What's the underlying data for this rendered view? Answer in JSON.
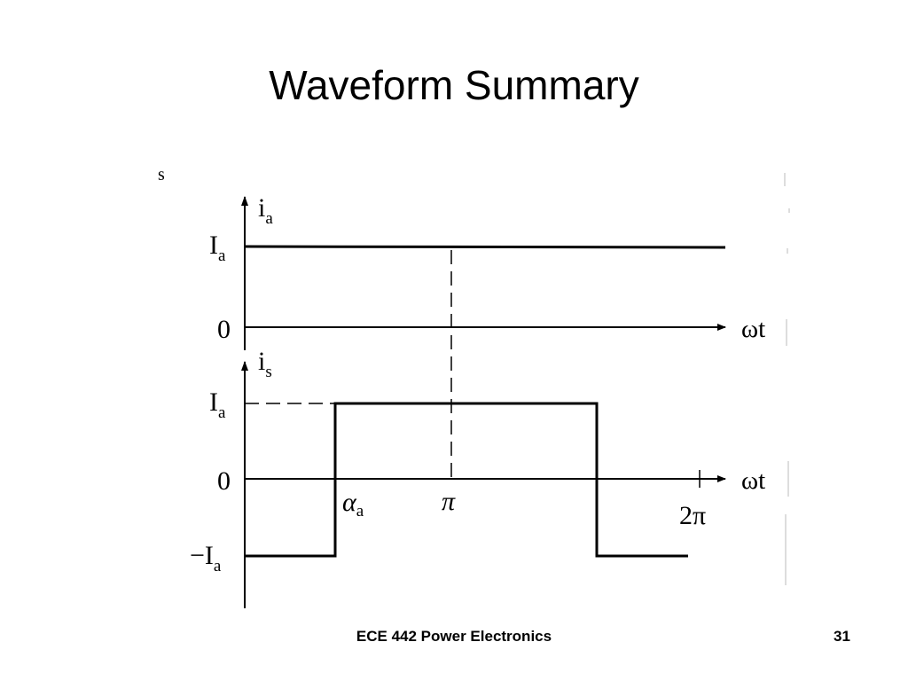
{
  "slide": {
    "title": "Waveform Summary",
    "footer": "ECE 442 Power Electronics",
    "page_number": "31"
  },
  "figure": {
    "corner_mark": "s",
    "top_plot": {
      "axis_label_main": "i",
      "axis_label_sub": "a",
      "level_label_main": "I",
      "level_label_sub": "a",
      "zero_label": "0",
      "x_axis_label": "ωt"
    },
    "bottom_plot": {
      "axis_label_main": "i",
      "axis_label_sub": "s",
      "pos_level_main": "I",
      "pos_level_sub": "a",
      "zero_label": "0",
      "neg_level_main": "−I",
      "neg_level_sub": "a",
      "x_axis_label": "ωt",
      "alpha_main": "α",
      "alpha_sub": "a",
      "pi_label": "π",
      "two_pi_label": "2π"
    }
  }
}
